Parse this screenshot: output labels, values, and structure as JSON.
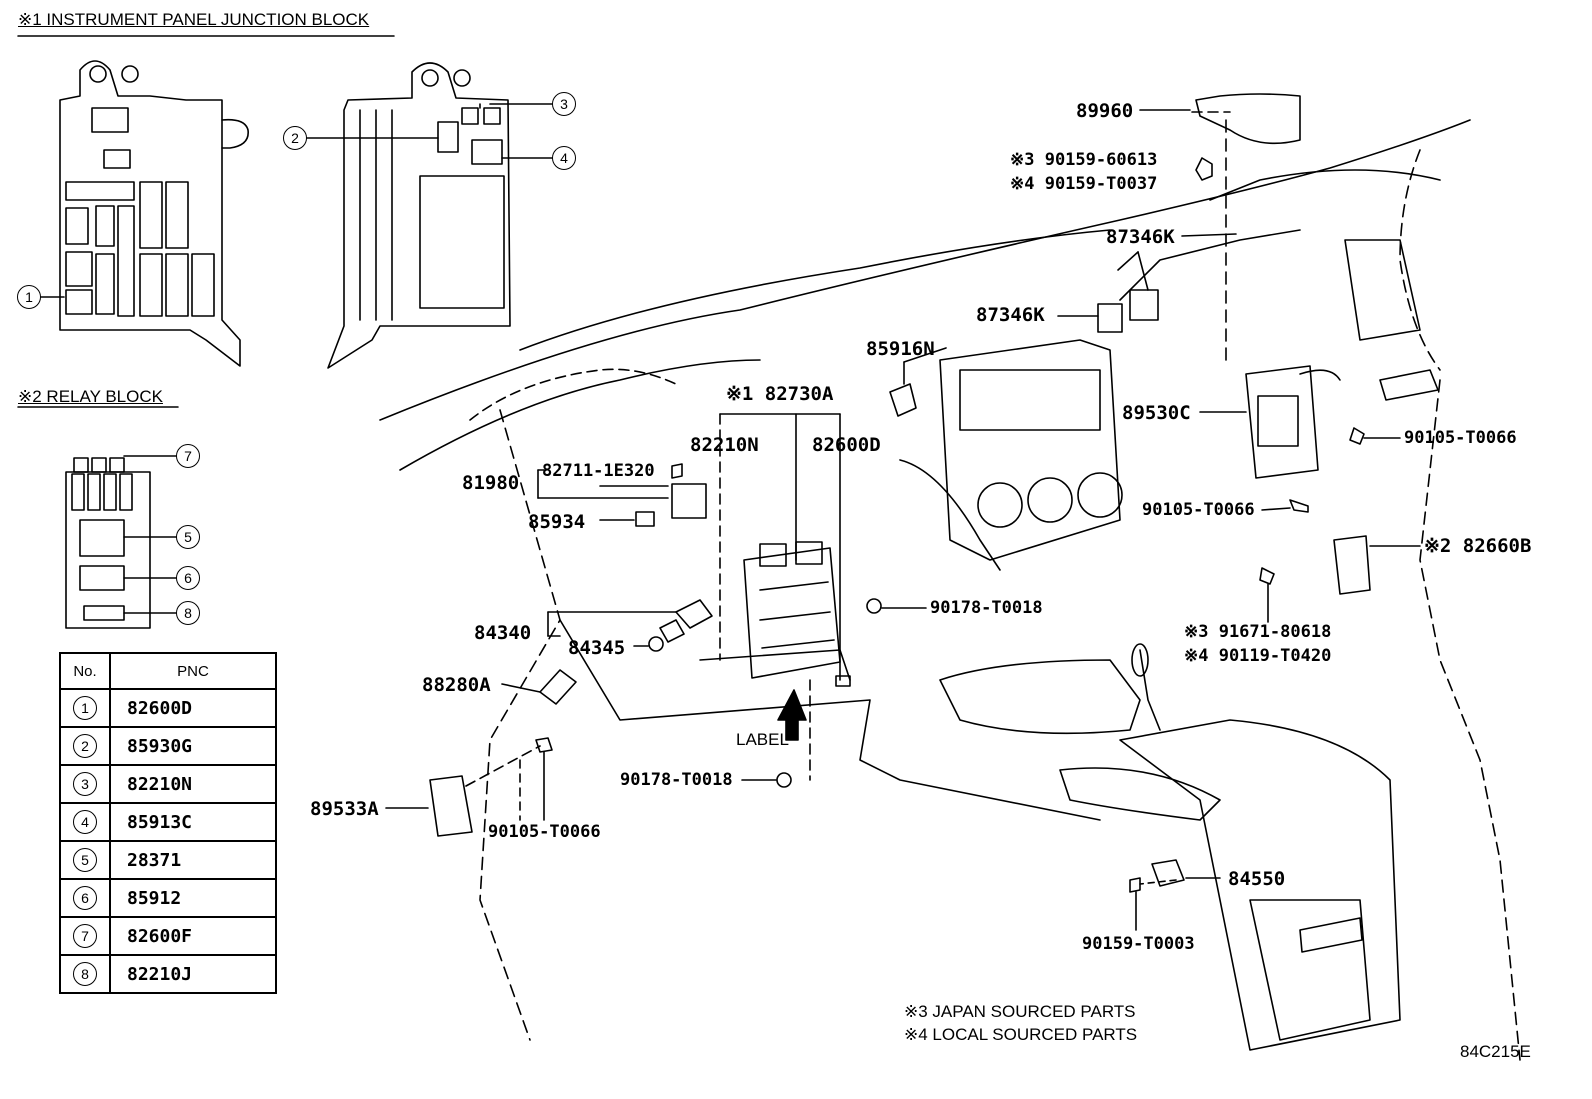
{
  "headers": {
    "junction_block": "※1 INSTRUMENT PANEL JUNCTION BLOCK",
    "relay_block": "※2 RELAY BLOCK"
  },
  "callouts": [
    "1",
    "2",
    "3",
    "4",
    "5",
    "6",
    "7",
    "8"
  ],
  "table": {
    "col_no": "No.",
    "col_pnc": "PNC",
    "rows": [
      {
        "no": "1",
        "pnc": "82600D"
      },
      {
        "no": "2",
        "pnc": "85930G"
      },
      {
        "no": "3",
        "pnc": "82210N"
      },
      {
        "no": "4",
        "pnc": "85913C"
      },
      {
        "no": "5",
        "pnc": "28371"
      },
      {
        "no": "6",
        "pnc": "85912"
      },
      {
        "no": "7",
        "pnc": "82600F"
      },
      {
        "no": "8",
        "pnc": "82210J"
      }
    ]
  },
  "parts": {
    "p89960": "89960",
    "p90159_60613": "※3 90159-60613",
    "p90159_T0037": "※4 90159-T0037",
    "p87346K_a": "87346K",
    "p87346K_b": "87346K",
    "p85916N": "85916N",
    "p82730A": "※1 82730A",
    "p82210N": "82210N",
    "p82600D": "82600D",
    "p81980": "81980",
    "p82711": "82711-1E320",
    "p85934": "85934",
    "p89530C": "89530C",
    "p90105_T0066_a": "90105-T0066",
    "p90105_T0066_b": "90105-T0066",
    "p82660B": "※2 82660B",
    "p90178_T0018_a": "90178-T0018",
    "p84340": "84340",
    "p84345": "84345",
    "p88280A": "88280A",
    "p91671": "※3 91671-80618",
    "p90119": "※4 90119-T0420",
    "p_label": "LABEL",
    "p90178_T0018_b": "90178-T0018",
    "p89533A": "89533A",
    "p90105_T0066_c": "90105-T0066",
    "p84550": "84550",
    "p90159_T0003": "90159-T0003"
  },
  "footnotes": {
    "japan": "※3 JAPAN SOURCED PARTS",
    "local": "※4 LOCAL SOURCED PARTS"
  },
  "diagram_code": "84C215E"
}
